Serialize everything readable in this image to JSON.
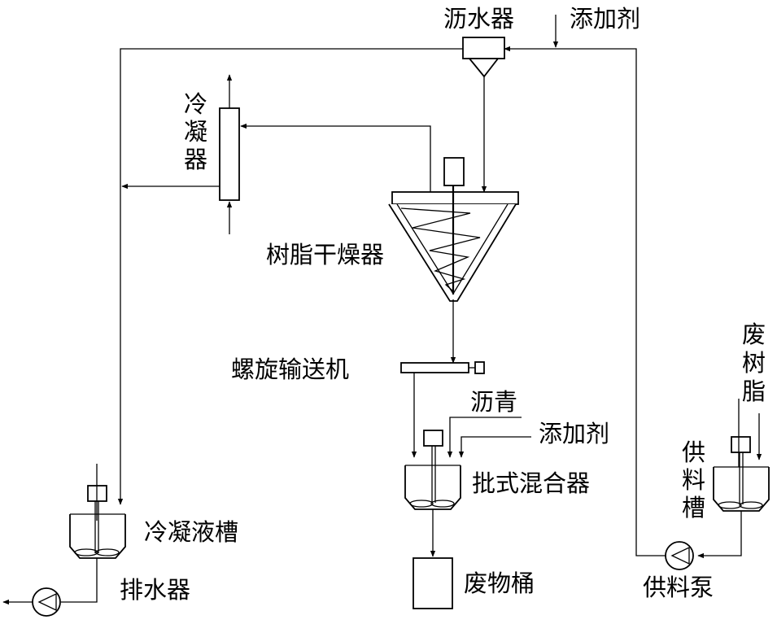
{
  "labels": {
    "dewaterer": "沥水器",
    "additive_top": "添加剂",
    "condenser": [
      "冷",
      "凝",
      "器"
    ],
    "resin_dryer": "树脂干燥器",
    "screw_conveyor": "螺旋输送机",
    "bitumen": "沥青",
    "additive_mixer": "添加剂",
    "batch_mixer": "批式混合器",
    "waste_resin": [
      "废",
      "树",
      "脂"
    ],
    "feed_tank": [
      "供",
      "料",
      "槽"
    ],
    "condensate_tank": "冷凝液槽",
    "drain": "排水器",
    "waste_drum": "废物桶",
    "feed_pump": "供料泵"
  },
  "icons": {
    "pump": "pump-icon",
    "motor": "motor-icon",
    "agitator": "agitator-icon"
  }
}
